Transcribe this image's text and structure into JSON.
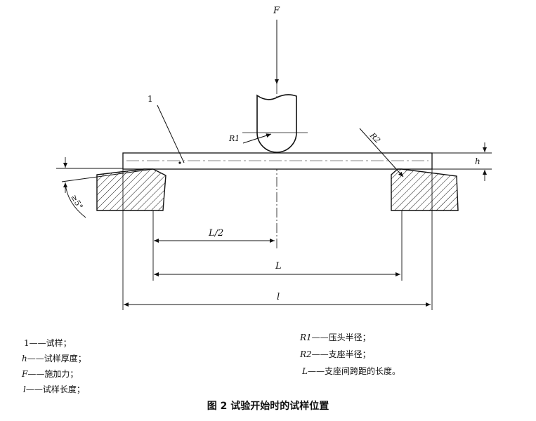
{
  "diagram": {
    "labels": {
      "force": "F",
      "part_number": "1",
      "r1": "R1",
      "r2": "R2",
      "thickness": "h",
      "angle": "≥5°",
      "half_span": "L/2",
      "span": "L",
      "length": "l"
    }
  },
  "legend": {
    "left": [
      {
        "symbol": "1",
        "text": "——试样；"
      },
      {
        "symbol": "h",
        "text": "——试样厚度；"
      },
      {
        "symbol": "F",
        "text": "——施加力；"
      },
      {
        "symbol": "l",
        "text": "——试样长度；"
      }
    ],
    "right": [
      {
        "symbol": "R1",
        "text": "——压头半径；"
      },
      {
        "symbol": "R2",
        "text": "——支座半径；"
      },
      {
        "symbol": "L",
        "text": "——支座间跨距的长度。"
      }
    ]
  },
  "caption": "图 2   试验开始时的试样位置"
}
